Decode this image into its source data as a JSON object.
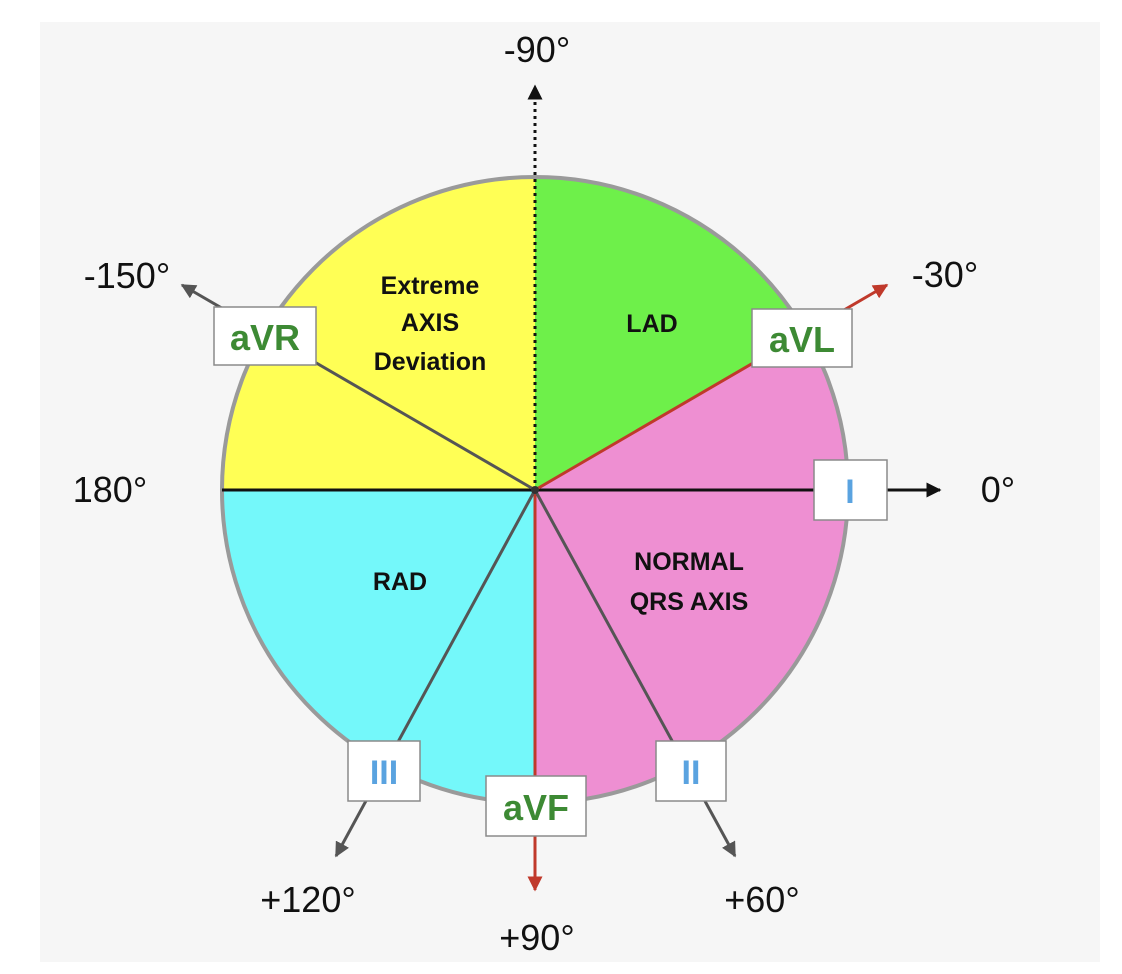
{
  "zones": {
    "extreme": [
      "Extreme",
      "AXIS",
      "Deviation"
    ],
    "lad": "LAD",
    "normal": [
      "NORMAL",
      "QRS AXIS"
    ],
    "rad": "RAD"
  },
  "angles": {
    "minus90": "-90°",
    "minus150": "-150°",
    "minus30": "-30°",
    "deg180": "180°",
    "deg0": "0°",
    "plus120": "+120°",
    "plus90": "+90°",
    "plus60": "+60°"
  },
  "leads": {
    "avr": "aVR",
    "avl": "aVL",
    "i": "I",
    "ii": "II",
    "iii": "III",
    "avf": "aVF"
  },
  "colors": {
    "extreme_zone": "#ffff55",
    "lad_zone": "#6ef04a",
    "normal_zone": "#ee8fd2",
    "rad_zone": "#74f8fa",
    "red_axis": "#c0392b",
    "gray_axis": "#555555",
    "lead_green_text": "#3d8a34",
    "lead_blue_text": "#5aa3e0"
  }
}
